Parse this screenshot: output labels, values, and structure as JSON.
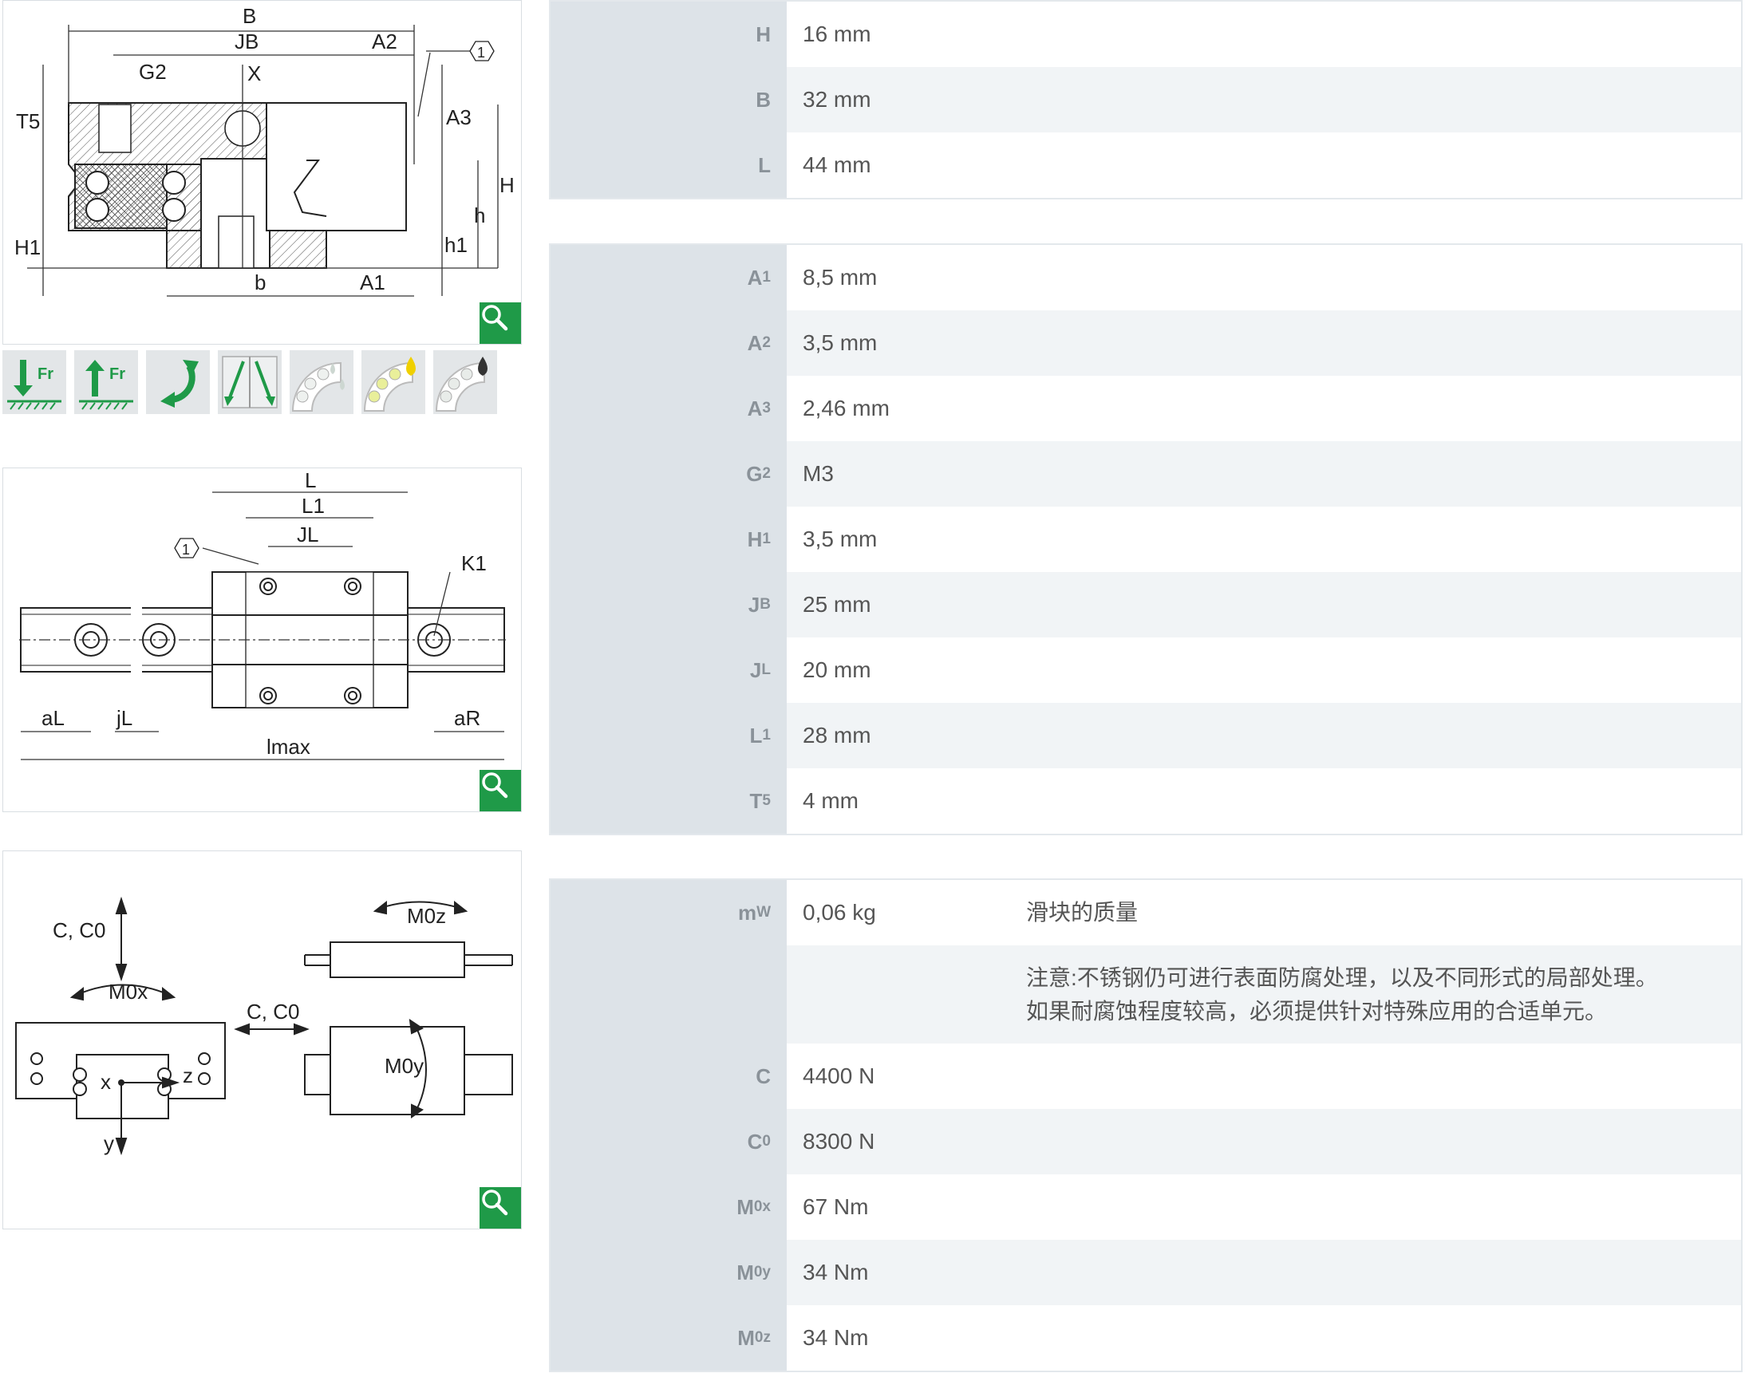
{
  "drawings": {
    "cross_section_labels": [
      "B",
      "JB",
      "A2",
      "G2",
      "X",
      "T5",
      "A3",
      "H",
      "h",
      "h1",
      "H1",
      "b",
      "A1",
      "1"
    ],
    "top_view_labels": [
      "L",
      "L1",
      "JL",
      "1",
      "K1",
      "aL",
      "jL",
      "aR",
      "lmax"
    ],
    "load_diagram_labels": [
      "C, C0",
      "M0x",
      "C, C0",
      "M0z",
      "M0y",
      "x",
      "z",
      "y"
    ]
  },
  "feature_icons": [
    {
      "name": "radial-load-down-icon",
      "label": "Fr"
    },
    {
      "name": "radial-load-up-icon",
      "label": "Fr"
    },
    {
      "name": "moment-rotation-icon",
      "label": ""
    },
    {
      "name": "angular-alignment-icon",
      "label": ""
    },
    {
      "name": "water-resistance-icon",
      "label": ""
    },
    {
      "name": "oil-lubrication-icon",
      "label": ""
    },
    {
      "name": "grease-lubrication-icon",
      "label": ""
    }
  ],
  "colors": {
    "zoom_button": "#1f9a48",
    "key_cell": "#dde3e8",
    "alt_row": "#f1f4f6",
    "icon_bg": "#e3e6e8"
  },
  "tables": [
    {
      "rows": [
        {
          "sym": "H",
          "sub": "",
          "value": "16  mm",
          "desc": ""
        },
        {
          "sym": "B",
          "sub": "",
          "value": "32  mm",
          "desc": ""
        },
        {
          "sym": "L",
          "sub": "",
          "value": "44  mm",
          "desc": ""
        }
      ]
    },
    {
      "rows": [
        {
          "sym": "A",
          "sub": "1",
          "value": "8,5  mm",
          "desc": ""
        },
        {
          "sym": "A",
          "sub": "2",
          "value": "3,5  mm",
          "desc": ""
        },
        {
          "sym": "A",
          "sub": "3",
          "value": "2,46  mm",
          "desc": ""
        },
        {
          "sym": "G",
          "sub": "2",
          "value": "M3",
          "desc": ""
        },
        {
          "sym": "H",
          "sub": "1",
          "value": "3,5  mm",
          "desc": ""
        },
        {
          "sym": "J",
          "sub": "B",
          "value": "25  mm",
          "desc": ""
        },
        {
          "sym": "J",
          "sub": "L",
          "value": "20  mm",
          "desc": ""
        },
        {
          "sym": "L",
          "sub": "1",
          "value": "28  mm",
          "desc": ""
        },
        {
          "sym": "T",
          "sub": "5",
          "value": "4  mm",
          "desc": ""
        }
      ]
    },
    {
      "rows": [
        {
          "sym": "m",
          "sub": "W",
          "value": "0,06  kg",
          "desc": "滑块的质量"
        },
        {
          "sym": "",
          "sub": "",
          "value": "",
          "desc": "注意:不锈钢仍可进行表面防腐处理，以及不同形式的局部处理。\n如果耐腐蚀程度较高，必须提供针对特殊应用的合适单元。"
        },
        {
          "sym": "C",
          "sub": "",
          "value": "4400  N",
          "desc": ""
        },
        {
          "sym": "C",
          "sub": "0",
          "value": "8300  N",
          "desc": ""
        },
        {
          "sym": "M",
          "sub": "0x",
          "value": "67  Nm",
          "desc": ""
        },
        {
          "sym": "M",
          "sub": "0y",
          "value": "34  Nm",
          "desc": ""
        },
        {
          "sym": "M",
          "sub": "0z",
          "value": "34  Nm",
          "desc": ""
        }
      ]
    }
  ]
}
